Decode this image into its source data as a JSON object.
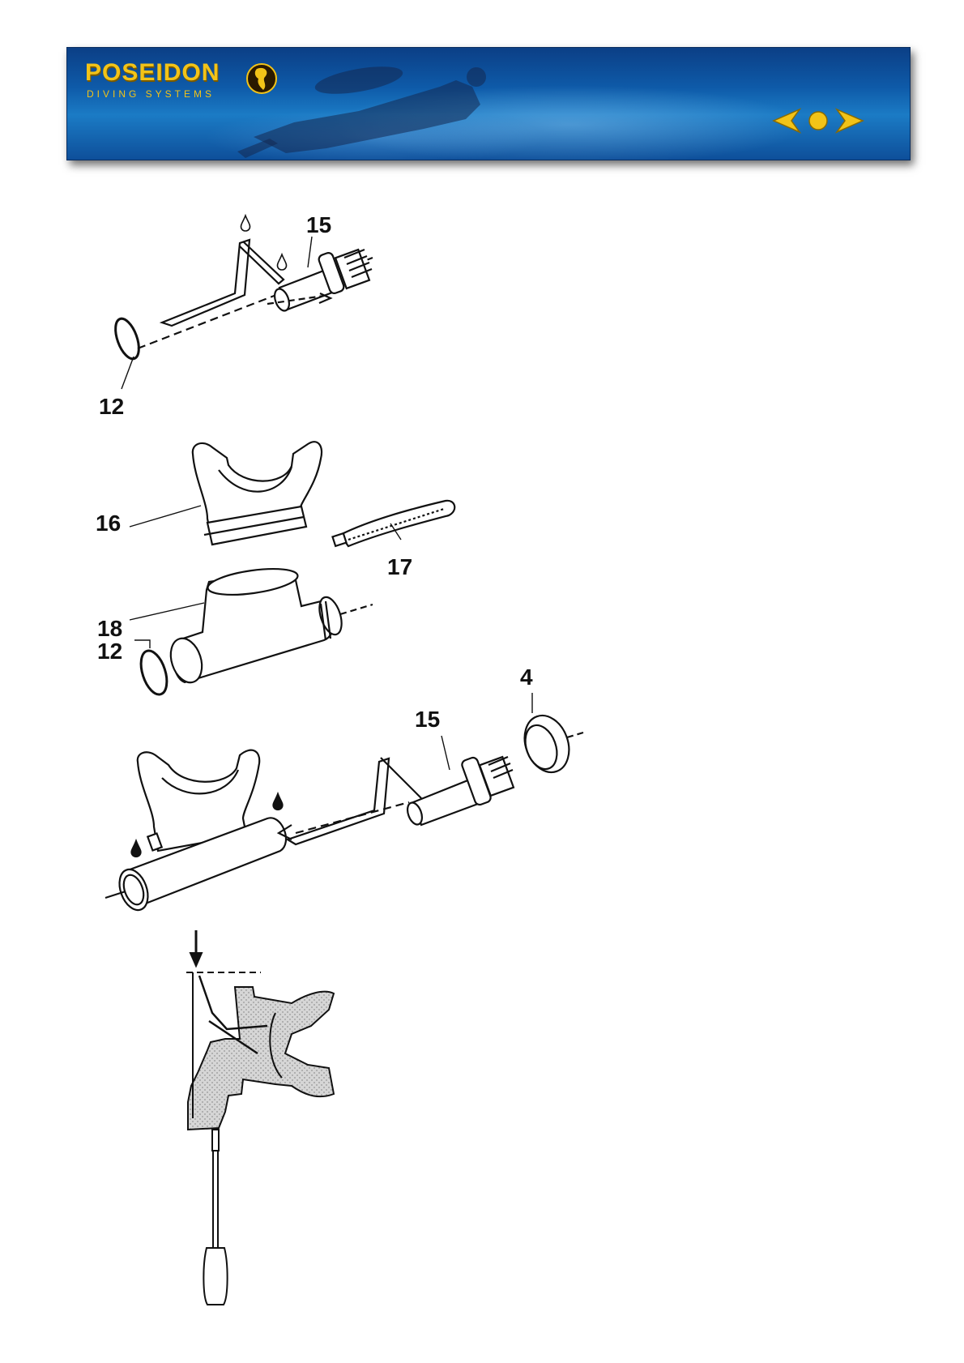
{
  "header": {
    "brand": "POSEIDON",
    "tagline": "DIVING SYSTEMS",
    "colors": {
      "accent": "#f2c318",
      "banner": "#0e5aa8"
    },
    "nav": {
      "prev_icon": "left-arrow-icon",
      "home_icon": "circle-icon",
      "next_icon": "right-arrow-icon"
    }
  },
  "figure1": {
    "labels": {
      "top": "15",
      "bottom": "12"
    }
  },
  "figure2": {
    "labels": {
      "mouthpiece": "16",
      "clamp": "17",
      "tube": "18",
      "oring": "12"
    }
  },
  "figure3": {
    "labels": {
      "nut": "4",
      "valve": "15"
    }
  }
}
